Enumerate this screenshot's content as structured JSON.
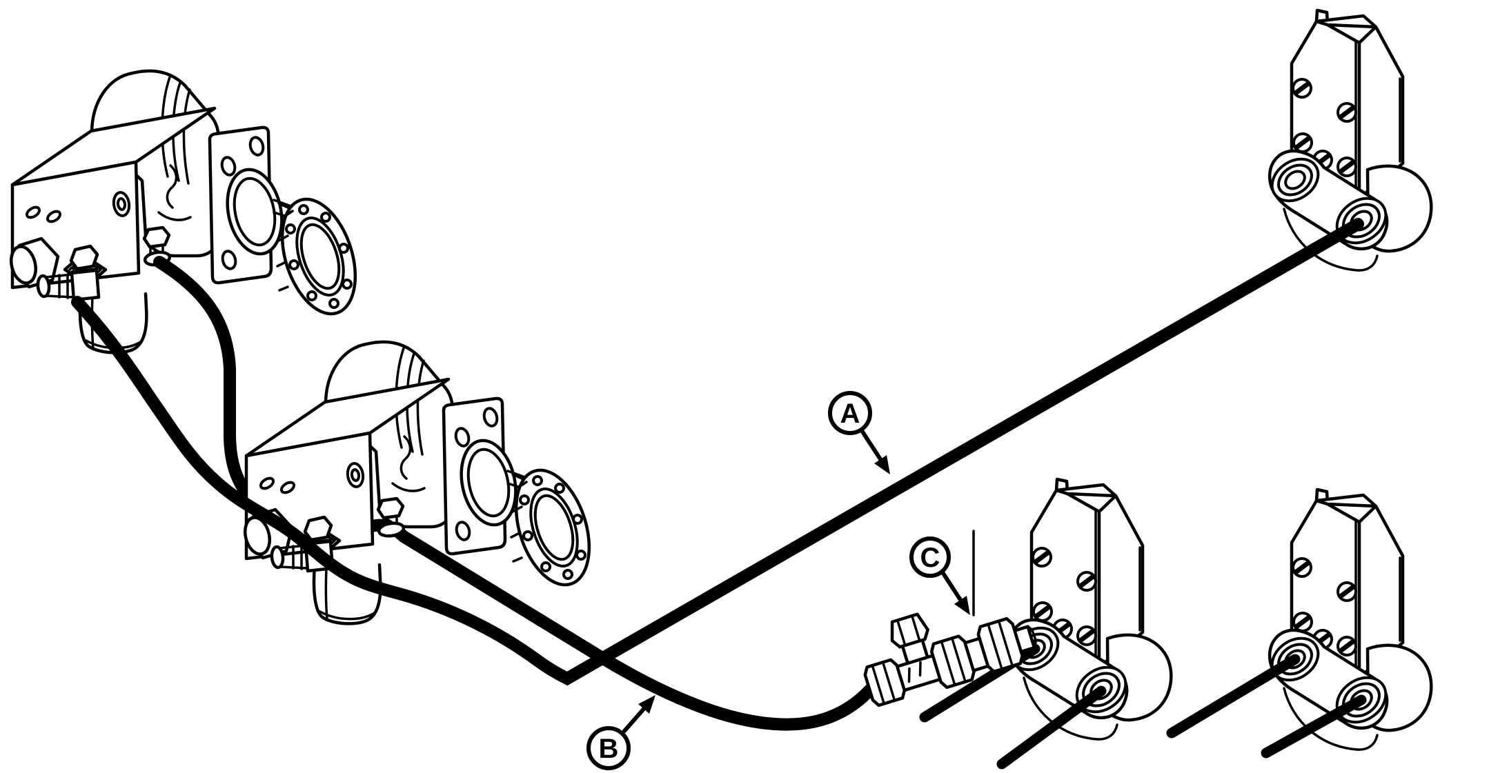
{
  "figure": {
    "type": "technical-parts-line-diagram",
    "subject": "Hydraulic pump hose routing to mounting brackets",
    "background_color": "#ffffff",
    "line_color": "#000000"
  },
  "callouts": [
    {
      "letter": "A",
      "target": "upper-hydraulic-hose"
    },
    {
      "letter": "B",
      "target": "lower-hydraulic-hose"
    },
    {
      "letter": "C",
      "target": "tee-fitting"
    }
  ],
  "components": {
    "pumps": [
      "hydraulic-pump-assembly-upper-left",
      "hydraulic-pump-assembly-center-left"
    ],
    "brackets": [
      "mounting-bracket-top-right",
      "mounting-bracket-center-right",
      "mounting-bracket-bottom-right"
    ],
    "fittings": [
      "tee-fitting-with-hex-cap",
      "elbow-fitting-pump-1",
      "port-fitting-pump-1",
      "elbow-fitting-pump-2",
      "port-fitting-pump-2"
    ],
    "hoses": [
      "hose-a-to-top-right-bracket",
      "hose-b-to-tee-fitting",
      "stub-hose-center-bracket-left",
      "stub-hose-center-bracket-right",
      "stub-hose-bottom-bracket-left",
      "stub-hose-bottom-bracket-right"
    ]
  }
}
